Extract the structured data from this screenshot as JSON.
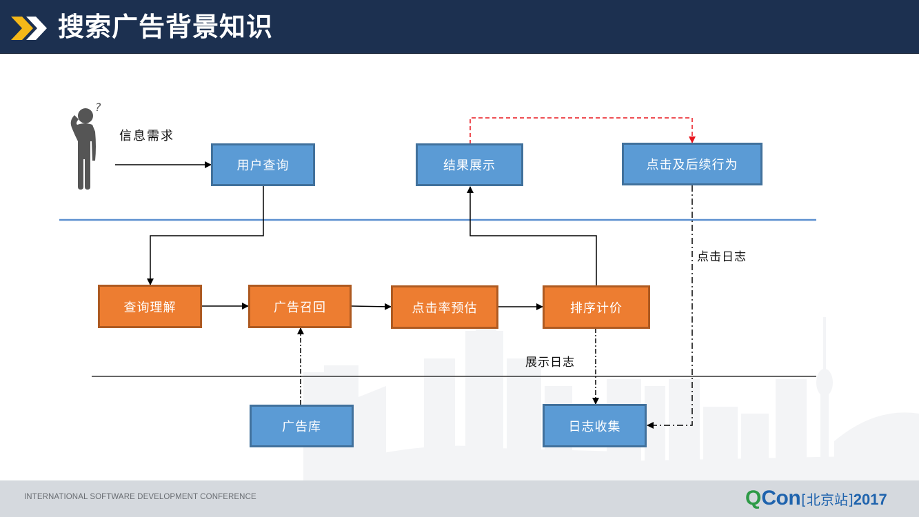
{
  "header": {
    "title": "搜索广告背景知识",
    "icon": "double-chevron-right-icon",
    "colors": {
      "background": "#1c3050",
      "chevron_primary": "#f5b818",
      "chevron_secondary": "#ffffff"
    }
  },
  "diagram": {
    "actor": {
      "icon": "confused-person-icon",
      "label": "信息需求"
    },
    "nodes": {
      "user_query": {
        "label": "用户查询",
        "type": "blue"
      },
      "result_display": {
        "label": "结果展示",
        "type": "blue"
      },
      "click_behavior": {
        "label": "点击及后续行为",
        "type": "blue"
      },
      "query_understanding": {
        "label": "查询理解",
        "type": "orange"
      },
      "ad_retrieval": {
        "label": "广告召回",
        "type": "orange"
      },
      "ctr_prediction": {
        "label": "点击率预估",
        "type": "orange"
      },
      "ranking_pricing": {
        "label": "排序计价",
        "type": "orange"
      },
      "ad_database": {
        "label": "广告库",
        "type": "blue"
      },
      "log_collection": {
        "label": "日志收集",
        "type": "blue"
      }
    },
    "edge_labels": {
      "click_log": "点击日志",
      "impression_log": "展示日志"
    },
    "edges": [
      {
        "from": "actor",
        "to": "user_query",
        "style": "solid"
      },
      {
        "from": "user_query",
        "to": "query_understanding",
        "style": "solid"
      },
      {
        "from": "query_understanding",
        "to": "ad_retrieval",
        "style": "solid"
      },
      {
        "from": "ad_retrieval",
        "to": "ctr_prediction",
        "style": "solid"
      },
      {
        "from": "ctr_prediction",
        "to": "ranking_pricing",
        "style": "solid"
      },
      {
        "from": "ranking_pricing",
        "to": "result_display",
        "style": "solid"
      },
      {
        "from": "result_display",
        "to": "click_behavior",
        "style": "red-dashed"
      },
      {
        "from": "ad_database",
        "to": "ad_retrieval",
        "style": "dash-dot"
      },
      {
        "from": "ranking_pricing",
        "to": "log_collection",
        "style": "dash-dot",
        "label": "展示日志"
      },
      {
        "from": "click_behavior",
        "to": "log_collection",
        "style": "dash-dot",
        "label": "点击日志"
      }
    ],
    "colors": {
      "blue_fill": "#5b9bd5",
      "blue_border": "#41719c",
      "orange_fill": "#ed7d31",
      "orange_border": "#ae5a21",
      "separator_top": "#5b8fcf",
      "separator_bottom": "#333333",
      "red_edge": "#e8141c"
    }
  },
  "footer": {
    "conference": "INTERNATIONAL SOFTWARE DEVELOPMENT CONFERENCE",
    "logo": {
      "q": "Q",
      "con": "Con",
      "city": "[北京站]",
      "year": "2017"
    }
  }
}
